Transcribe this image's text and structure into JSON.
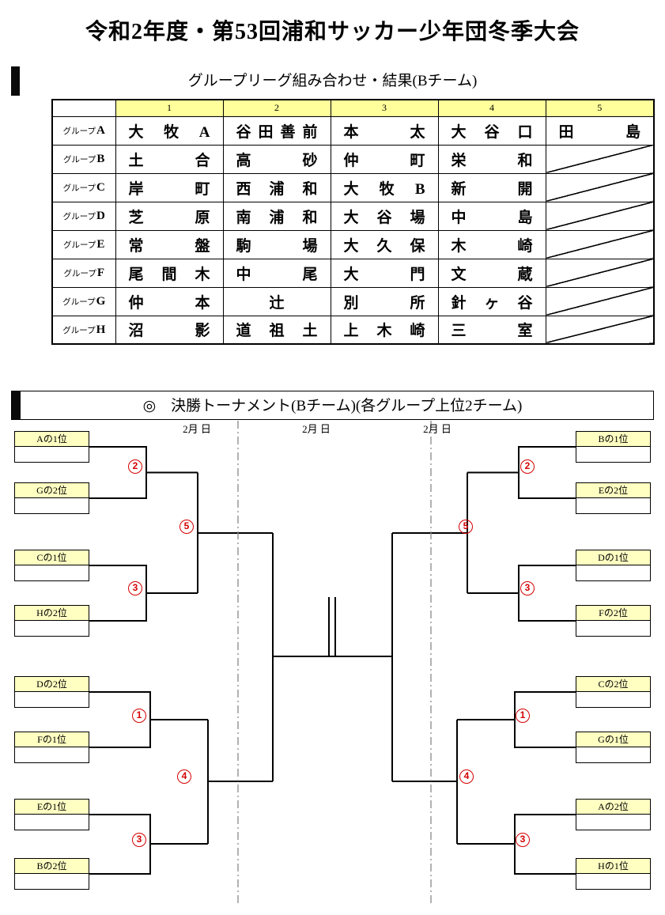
{
  "page": {
    "title": "令和2年度・第53回浦和サッカー少年団冬季大会"
  },
  "league": {
    "header": "グループリーグ組み合わせ・結果(Bチーム)",
    "col_headers": [
      "1",
      "2",
      "3",
      "4",
      "5"
    ],
    "group_prefix": "グループ",
    "groups": [
      {
        "letter": "A",
        "teams": [
          "大牧A",
          "谷田善前",
          "本太",
          "大谷口",
          "田島"
        ]
      },
      {
        "letter": "B",
        "teams": [
          "土合",
          "高砂",
          "仲町",
          "栄和"
        ]
      },
      {
        "letter": "C",
        "teams": [
          "岸町",
          "西浦和",
          "大牧B",
          "新開"
        ]
      },
      {
        "letter": "D",
        "teams": [
          "芝原",
          "南浦和",
          "大谷場",
          "中島"
        ]
      },
      {
        "letter": "E",
        "teams": [
          "常盤",
          "駒場",
          "大久保",
          "木崎"
        ]
      },
      {
        "letter": "F",
        "teams": [
          "尾間木",
          "中尾",
          "大門",
          "文蔵"
        ]
      },
      {
        "letter": "G",
        "teams": [
          "仲本",
          "辻",
          "別所",
          "針ヶ谷"
        ]
      },
      {
        "letter": "H",
        "teams": [
          "沼影",
          "道祖土",
          "上木崎",
          "三室"
        ]
      }
    ]
  },
  "tournament": {
    "header": "◎　決勝トーナメント(Bチーム)(各グループ上位2チーム)",
    "dates": [
      "2月 日",
      "2月 日",
      "2月 日"
    ],
    "left_slots": [
      "Aの1位",
      "Gの2位",
      "Cの1位",
      "Hの2位",
      "Dの2位",
      "Fの1位",
      "Eの1位",
      "Bの2位"
    ],
    "right_slots": [
      "Bの1位",
      "Eの2位",
      "Dの1位",
      "Fの2位",
      "Cの2位",
      "Gの1位",
      "Aの2位",
      "Hの1位"
    ],
    "circles_left": [
      "2",
      "5",
      "3",
      "1",
      "4",
      "3"
    ],
    "circles_right": [
      "2",
      "5",
      "3",
      "1",
      "4",
      "3"
    ]
  },
  "colors": {
    "accent_red": "#d40000",
    "table_header_yellow": "#ffff9b",
    "slot_yellow": "#ffffc2",
    "line_black": "#000000"
  }
}
